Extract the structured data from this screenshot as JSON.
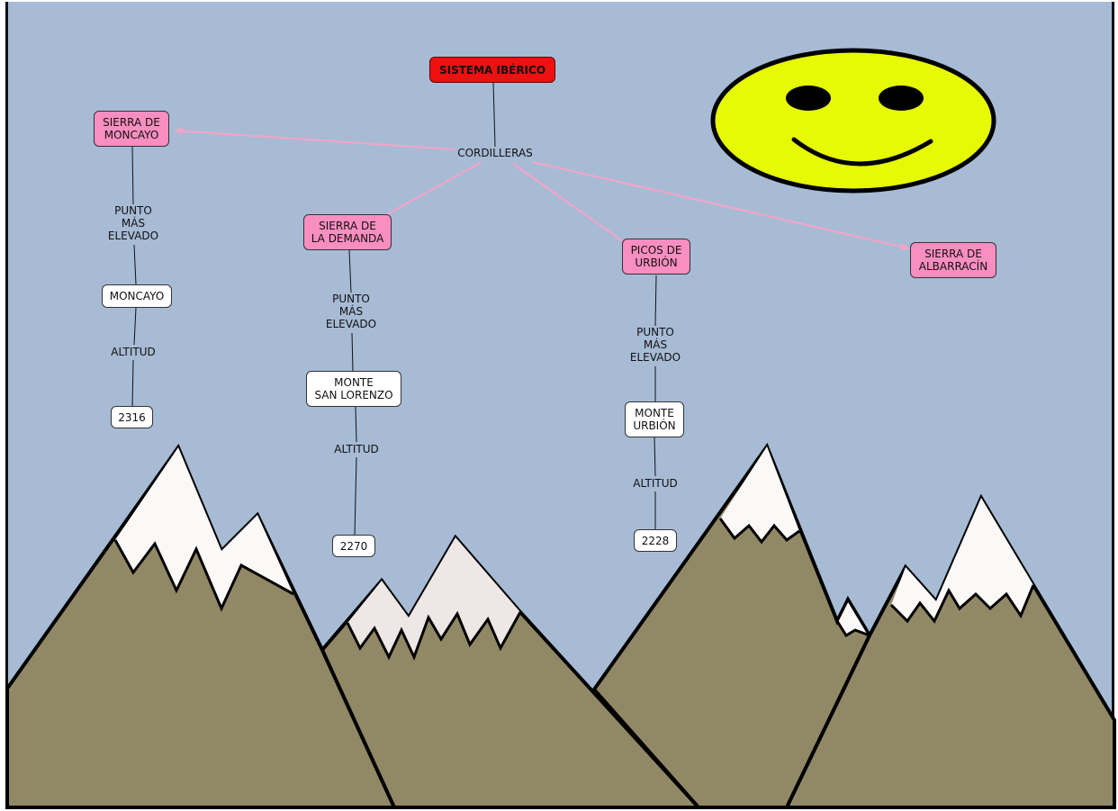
{
  "title": "SISTEMA IBÉRICO",
  "hub_label": "CORDILLERAS",
  "colors": {
    "sky": "#a7bbd5",
    "title_fill": "#ee1111",
    "range_fill": "#f98ec0",
    "value_fill": "#ffffff",
    "arrow": "#f7a3c7",
    "mountain": "#918866",
    "snow": "#fbf8f8",
    "sun": "#e6f905"
  },
  "ranges": [
    {
      "name": "SIERRA DE\nMONCAYO",
      "link_peak": "PUNTO\nMÁS\nELEVADO",
      "peak": "MONCAYO",
      "link_alt": "ALTITUD",
      "altitude": "2316"
    },
    {
      "name": "SIERRA DE\nLA DEMANDA",
      "link_peak": "PUNTO\nMÁS\nELEVADO",
      "peak": "MONTE\nSAN LORENZO",
      "link_alt": "ALTITUD",
      "altitude": "2270"
    },
    {
      "name": "PICOS DE\nURBIÓN",
      "link_peak": "PUNTO\nMÁS\nELEVADO",
      "peak": "MONTE\nURBIÓN",
      "link_alt": "ALTITUD",
      "altitude": "2228"
    },
    {
      "name": "SIERRA DE\nALBARRACÍN"
    }
  ],
  "decor": {
    "sun_icon": "smiley-sun-icon",
    "mountains_icon": "mountain-range-icon"
  }
}
